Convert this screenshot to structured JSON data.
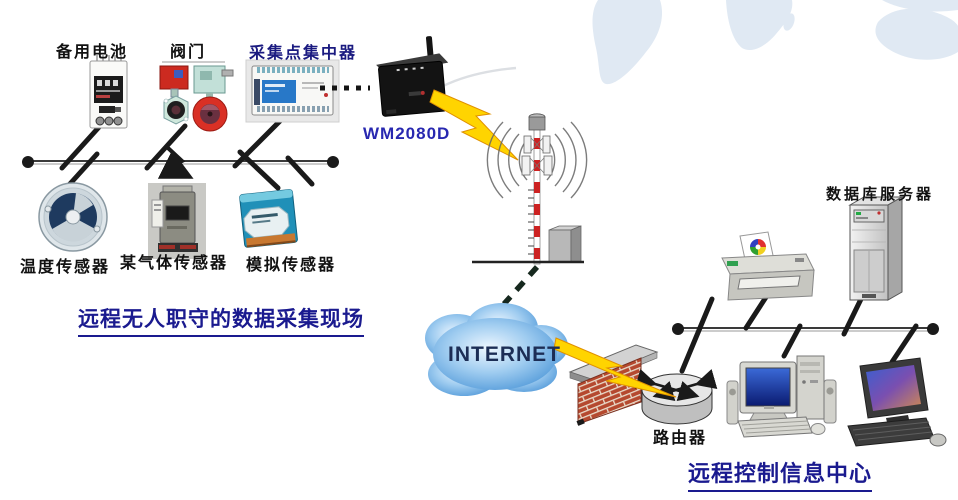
{
  "diagram": {
    "left_site": {
      "title": "远程无人职守的数据采集现场",
      "devices": {
        "battery": "备用电池",
        "valve": "阀门",
        "concentrator": "采集点集中器",
        "wireless_modem": "WM2080D",
        "temperature_sensor": "温度传感器",
        "gas_sensor": "某气体传感器",
        "analog_sensor": "模拟传感器"
      }
    },
    "network": {
      "internet": "INTERNET",
      "router": "路由器"
    },
    "right_center": {
      "title": "远程控制信息中心",
      "devices": {
        "database_server": "数据库服务器"
      }
    },
    "colors": {
      "title_text": "#1a1a8f",
      "device_label_text": "#111111",
      "modem_label_text": "#2828b0",
      "lightning": "#ffd400",
      "cloud_blue": "#3f8fd8",
      "brick_red": "#b5492f"
    }
  }
}
